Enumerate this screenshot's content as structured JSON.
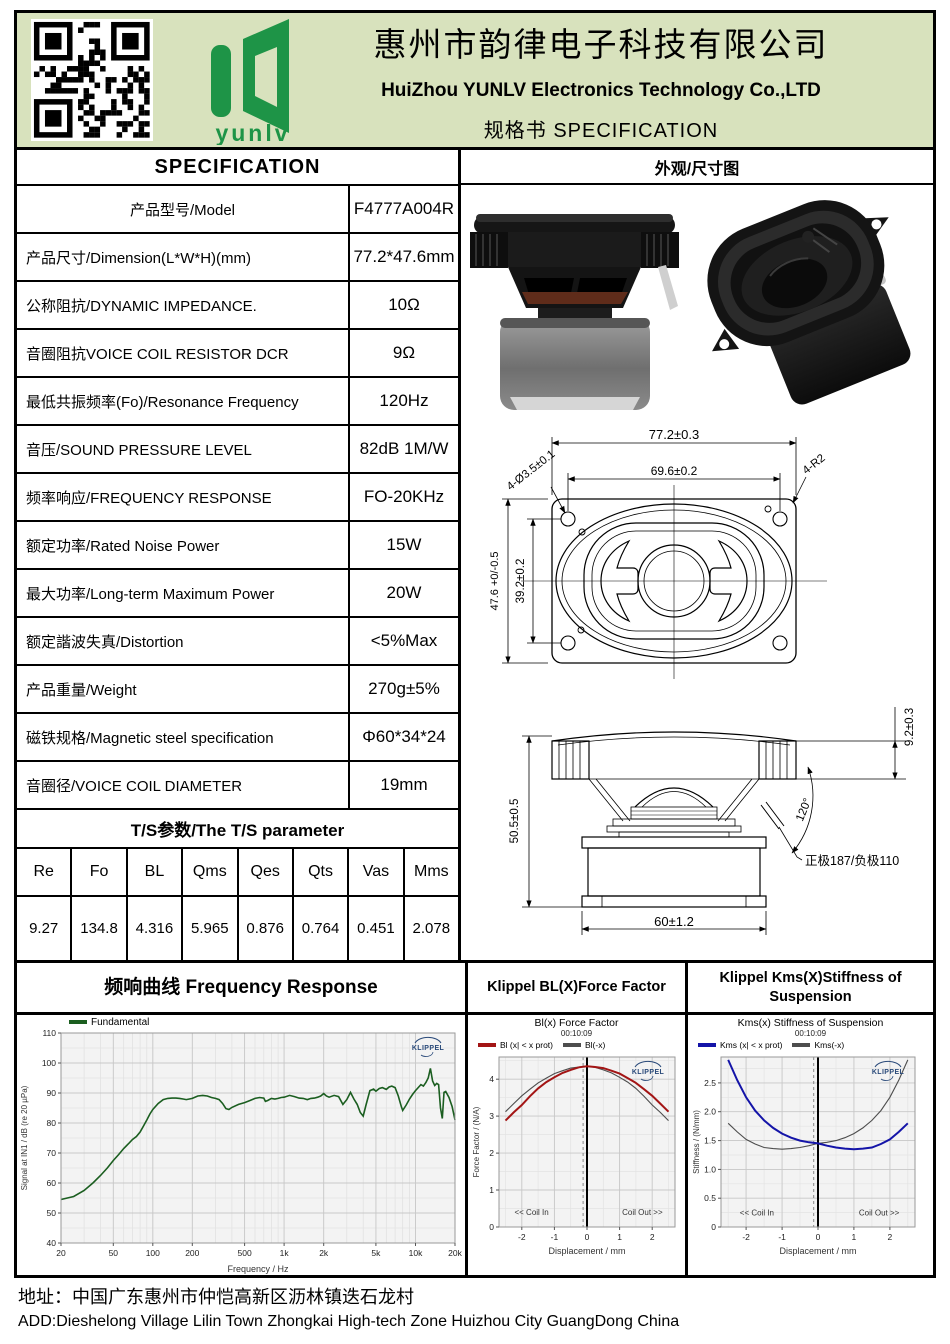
{
  "header": {
    "company_cn": "惠州市韵律电子科技有限公司",
    "company_en": "HuiZhou YUNLV Electronics Technology Co.,LTD",
    "doc_title": "规格书  SPECIFICATION",
    "logo_text": "yunlv",
    "accent_green": "#1e9447",
    "header_bg": "#d8e2bd"
  },
  "spec_table": {
    "title": "SPECIFICATION",
    "rows": [
      {
        "label": "产品型号/Model",
        "value": "F4777A004R"
      },
      {
        "label": "产品尺寸/Dimension(L*W*H)(mm)",
        "value": "77.2*47.6mm"
      },
      {
        "label": "公称阻抗/DYNAMIC IMPEDANCE.",
        "value": "10Ω"
      },
      {
        "label": "音圈阻抗VOICE COIL RESISTOR DCR",
        "value": "9Ω"
      },
      {
        "label": "最低共振频率(Fo)/Resonance Frequency",
        "value": "120Hz"
      },
      {
        "label": "音压/SOUND PRESSURE LEVEL",
        "value": "82dB 1M/W"
      },
      {
        "label": "频率响应/FREQUENCY RESPONSE",
        "value": "FO-20KHz"
      },
      {
        "label": "额定功率/Rated Noise Power",
        "value": "15W"
      },
      {
        "label": "最大功率/Long-term Maximum Power",
        "value": "20W"
      },
      {
        "label": "额定諧波失真/Distortion",
        "value": "<5%Max"
      },
      {
        "label": "产品重量/Weight",
        "value": "270g±5%"
      },
      {
        "label": "磁铁规格/Magnetic steel specification",
        "value": "Φ60*34*24"
      },
      {
        "label": "音圈径/VOICE COIL DIAMETER",
        "value": "19mm"
      }
    ]
  },
  "ts_table": {
    "title": "T/S参数/The T/S parameter",
    "headers": [
      "Re",
      "Fo",
      "BL",
      "Qms",
      "Qes",
      "Qts",
      "Vas",
      "Mms"
    ],
    "values": [
      "9.27",
      "134.8",
      "4.316",
      "5.965",
      "0.876",
      "0.764",
      "0.451",
      "2.078"
    ]
  },
  "outline_drawing": {
    "panel_title": "外观/尺寸图",
    "top_view": {
      "width_total": "77.2±0.3",
      "width_holes": "69.6±0.2",
      "holes": "4-Ø3.5±0.1",
      "corner_radius": "4-R2",
      "height_total": "47.6 +0/-0.5",
      "height_holes": "39.2±0.2"
    },
    "side_view": {
      "height_total": "50.5±0.5",
      "flange_height": "9.2±0.3",
      "terminal_angle": "120°",
      "polarity_note": "正极187/负极110",
      "magnet_width": "60±1.2"
    }
  },
  "charts": {
    "fr_header": "频响曲线 Frequency Response",
    "bl_header": "Klippel BL(X)Force Factor",
    "kms_header": "Klippel Kms(X)Stiffness of Suspension",
    "bl_title": "Bl(x) Force Factor",
    "bl_timestamp": "00:10:09",
    "kms_title": "Kms(x) Stiffness of Suspension",
    "kms_timestamp": "00:10:09"
  },
  "chart_data": {
    "frequency_response": {
      "type": "line",
      "title": "频响曲线 Frequency Response",
      "xlabel": "Frequency / Hz",
      "ylabel": "Signal at IN1 / dB (re 20 µPa)",
      "xscale": "log",
      "xlim": [
        20,
        20000
      ],
      "ylim": [
        40,
        110
      ],
      "xticks": [
        [
          20,
          "20"
        ],
        [
          50,
          "50"
        ],
        [
          100,
          "100"
        ],
        [
          200,
          "200"
        ],
        [
          500,
          "500"
        ],
        [
          1000,
          "1k"
        ],
        [
          2000,
          "2k"
        ],
        [
          5000,
          "5k"
        ],
        [
          10000,
          "10k"
        ],
        [
          20000,
          "20k"
        ]
      ],
      "yticks": [
        [
          40,
          "40"
        ],
        [
          50,
          "50"
        ],
        [
          60,
          "60"
        ],
        [
          70,
          "70"
        ],
        [
          80,
          "80"
        ],
        [
          90,
          "90"
        ],
        [
          100,
          "100"
        ],
        [
          110,
          "110"
        ]
      ],
      "grid": true,
      "legend_position": "top-left",
      "watermark": "KLIPPEL",
      "series": [
        {
          "name": "Fundamental",
          "color": "#1b5e20",
          "width": 1.6,
          "x": [
            20,
            25,
            30,
            35,
            40,
            45,
            50,
            55,
            60,
            65,
            70,
            75,
            80,
            85,
            90,
            95,
            100,
            110,
            120,
            130,
            140,
            150,
            160,
            170,
            180,
            190,
            200,
            220,
            240,
            260,
            280,
            300,
            320,
            340,
            360,
            380,
            400,
            450,
            500,
            550,
            600,
            650,
            700,
            720,
            750,
            800,
            850,
            900,
            950,
            1000,
            1100,
            1200,
            1300,
            1400,
            1500,
            1600,
            1700,
            1800,
            1900,
            2000,
            2100,
            2200,
            2400,
            2600,
            2800,
            3000,
            3200,
            3400,
            3600,
            3800,
            4000,
            4200,
            4500,
            4800,
            5000,
            5300,
            5600,
            6000,
            6300,
            6600,
            7000,
            7400,
            7800,
            8000,
            8500,
            9000,
            9500,
            10000,
            10500,
            11000,
            11500,
            12000,
            12500,
            13000,
            13500,
            14000,
            14500,
            15000,
            15500,
            16000,
            16500,
            17000,
            18000,
            19000,
            20000
          ],
          "y": [
            54.5,
            55.5,
            57.5,
            60,
            62.5,
            65,
            67.5,
            69.5,
            71.5,
            73,
            74.5,
            75.5,
            77,
            79,
            81,
            83,
            84.5,
            86.5,
            87.8,
            88.2,
            88.3,
            88.3,
            88.2,
            88,
            87.8,
            88,
            88.2,
            89,
            89.2,
            89,
            88.5,
            88.2,
            87.8,
            86.5,
            84.8,
            84.5,
            85.2,
            86.2,
            86.8,
            87.5,
            88.2,
            88.5,
            88.3,
            87.2,
            87.5,
            88.2,
            88,
            88.2,
            88.5,
            88.6,
            89.2,
            88.8,
            88.3,
            88.2,
            87.8,
            88.2,
            88.3,
            88.6,
            89,
            89.8,
            89,
            88.6,
            89.2,
            88.8,
            86.2,
            87.8,
            90.2,
            88,
            86.2,
            83.5,
            82.3,
            86,
            90.8,
            91.3,
            90.6,
            91.5,
            91.8,
            91.2,
            92,
            92.3,
            91.8,
            89,
            85.5,
            84.2,
            86,
            88,
            89.5,
            90.8,
            91.8,
            92.8,
            92.3,
            93.5,
            95,
            98.2,
            94,
            92.5,
            93.2,
            92.8,
            85,
            81.5,
            90.2,
            90.5,
            88.5,
            85.5,
            81
          ]
        }
      ]
    },
    "bl_force_factor": {
      "type": "line",
      "title": "Bl(x) Force Factor",
      "subtitle": "00:10:09",
      "xlabel": "Displacement / mm",
      "ylabel": "Force Factor / (N/A)",
      "xlim": [
        -2.7,
        2.7
      ],
      "ylim": [
        0,
        4.6
      ],
      "xticks": [
        [
          -2,
          "-2"
        ],
        [
          -1,
          "-1"
        ],
        [
          0,
          "0"
        ],
        [
          1,
          "1"
        ],
        [
          2,
          "2"
        ]
      ],
      "yticks": [
        [
          0,
          "0"
        ],
        [
          1,
          "1"
        ],
        [
          2,
          "2"
        ],
        [
          3,
          "3"
        ],
        [
          4,
          "4"
        ]
      ],
      "grid": true,
      "watermark": "KLIPPEL",
      "vlines": [
        {
          "x": -0.12,
          "style": "dashed"
        },
        {
          "x": 0,
          "style": "solid"
        }
      ],
      "annotations": [
        {
          "x": -1.7,
          "y": 0.32,
          "text": "<< Coil In"
        },
        {
          "x": 1.7,
          "y": 0.32,
          "text": "Coil Out >>"
        }
      ],
      "series": [
        {
          "name": "Bl(-x)",
          "color": "#4d4d4d",
          "width": 1.1,
          "x": [
            -2.5,
            -2.25,
            -2,
            -1.75,
            -1.5,
            -1.25,
            -1,
            -0.75,
            -0.5,
            -0.25,
            0,
            0.25,
            0.5,
            0.75,
            1,
            1.25,
            1.5,
            1.75,
            2,
            2.25,
            2.5
          ],
          "y": [
            3.12,
            3.34,
            3.55,
            3.73,
            3.9,
            4.03,
            4.15,
            4.23,
            4.3,
            4.33,
            4.35,
            4.32,
            4.25,
            4.17,
            4.05,
            3.92,
            3.75,
            3.54,
            3.3,
            3.1,
            2.88
          ]
        },
        {
          "name": "Bl (x| < x prot)",
          "color": "#a31515",
          "width": 2,
          "x": [
            -2.5,
            -2.25,
            -2,
            -1.75,
            -1.5,
            -1.25,
            -1,
            -0.75,
            -0.5,
            -0.25,
            0,
            0.25,
            0.5,
            0.75,
            1,
            1.25,
            1.5,
            1.75,
            2,
            2.25,
            2.5
          ],
          "y": [
            2.88,
            3.1,
            3.3,
            3.54,
            3.75,
            3.92,
            4.05,
            4.17,
            4.25,
            4.32,
            4.35,
            4.33,
            4.3,
            4.23,
            4.15,
            4.03,
            3.9,
            3.73,
            3.55,
            3.34,
            3.12
          ]
        }
      ]
    },
    "kms_stiffness": {
      "type": "line",
      "title": "Kms(x) Stiffness of Suspension",
      "subtitle": "00:10:09",
      "xlabel": "Displacement / mm",
      "ylabel": "Stiffness / (N/mm)",
      "xlim": [
        -2.7,
        2.7
      ],
      "ylim": [
        0,
        2.95
      ],
      "xticks": [
        [
          -2,
          "-2"
        ],
        [
          -1,
          "-1"
        ],
        [
          0,
          "0"
        ],
        [
          1,
          "1"
        ],
        [
          2,
          "2"
        ]
      ],
      "yticks": [
        [
          0,
          "0"
        ],
        [
          0.5,
          "0.5"
        ],
        [
          1,
          "1.0"
        ],
        [
          1.5,
          "1.5"
        ],
        [
          2,
          "2.0"
        ],
        [
          2.5,
          "2.5"
        ]
      ],
      "grid": true,
      "watermark": "KLIPPEL",
      "vlines": [
        {
          "x": -0.12,
          "style": "dashed"
        },
        {
          "x": 0,
          "style": "solid"
        }
      ],
      "annotations": [
        {
          "x": -1.7,
          "y": 0.2,
          "text": "<< Coil In"
        },
        {
          "x": 1.7,
          "y": 0.2,
          "text": "Coil Out >>"
        }
      ],
      "series": [
        {
          "name": "Kms(-x)",
          "color": "#4d4d4d",
          "width": 1.1,
          "x": [
            -2.5,
            -2.25,
            -2,
            -1.75,
            -1.5,
            -1.25,
            -1,
            -0.75,
            -0.5,
            -0.25,
            0,
            0.25,
            0.5,
            0.75,
            1,
            1.25,
            1.5,
            1.75,
            2,
            2.25,
            2.5
          ],
          "y": [
            1.8,
            1.65,
            1.52,
            1.44,
            1.38,
            1.36,
            1.35,
            1.36,
            1.38,
            1.41,
            1.45,
            1.47,
            1.5,
            1.55,
            1.62,
            1.72,
            1.85,
            2.02,
            2.25,
            2.55,
            2.9
          ]
        },
        {
          "name": "Kms (x| < x prot)",
          "color": "#1414a8",
          "width": 2,
          "x": [
            -2.5,
            -2.25,
            -2,
            -1.75,
            -1.5,
            -1.25,
            -1,
            -0.75,
            -0.5,
            -0.25,
            0,
            0.25,
            0.5,
            0.75,
            1,
            1.25,
            1.5,
            1.75,
            2,
            2.25,
            2.5
          ],
          "y": [
            2.9,
            2.55,
            2.25,
            2.02,
            1.85,
            1.72,
            1.62,
            1.55,
            1.5,
            1.47,
            1.45,
            1.41,
            1.38,
            1.36,
            1.35,
            1.36,
            1.38,
            1.44,
            1.52,
            1.65,
            1.8
          ]
        }
      ]
    }
  },
  "footer": {
    "address_cn": "地址：中国广东惠州市仲恺高新区沥林镇迭石龙村",
    "address_en": "ADD:Dieshelong Village Lilin  Town Zhongkai High-tech Zone Huizhou City GuangDong China"
  }
}
